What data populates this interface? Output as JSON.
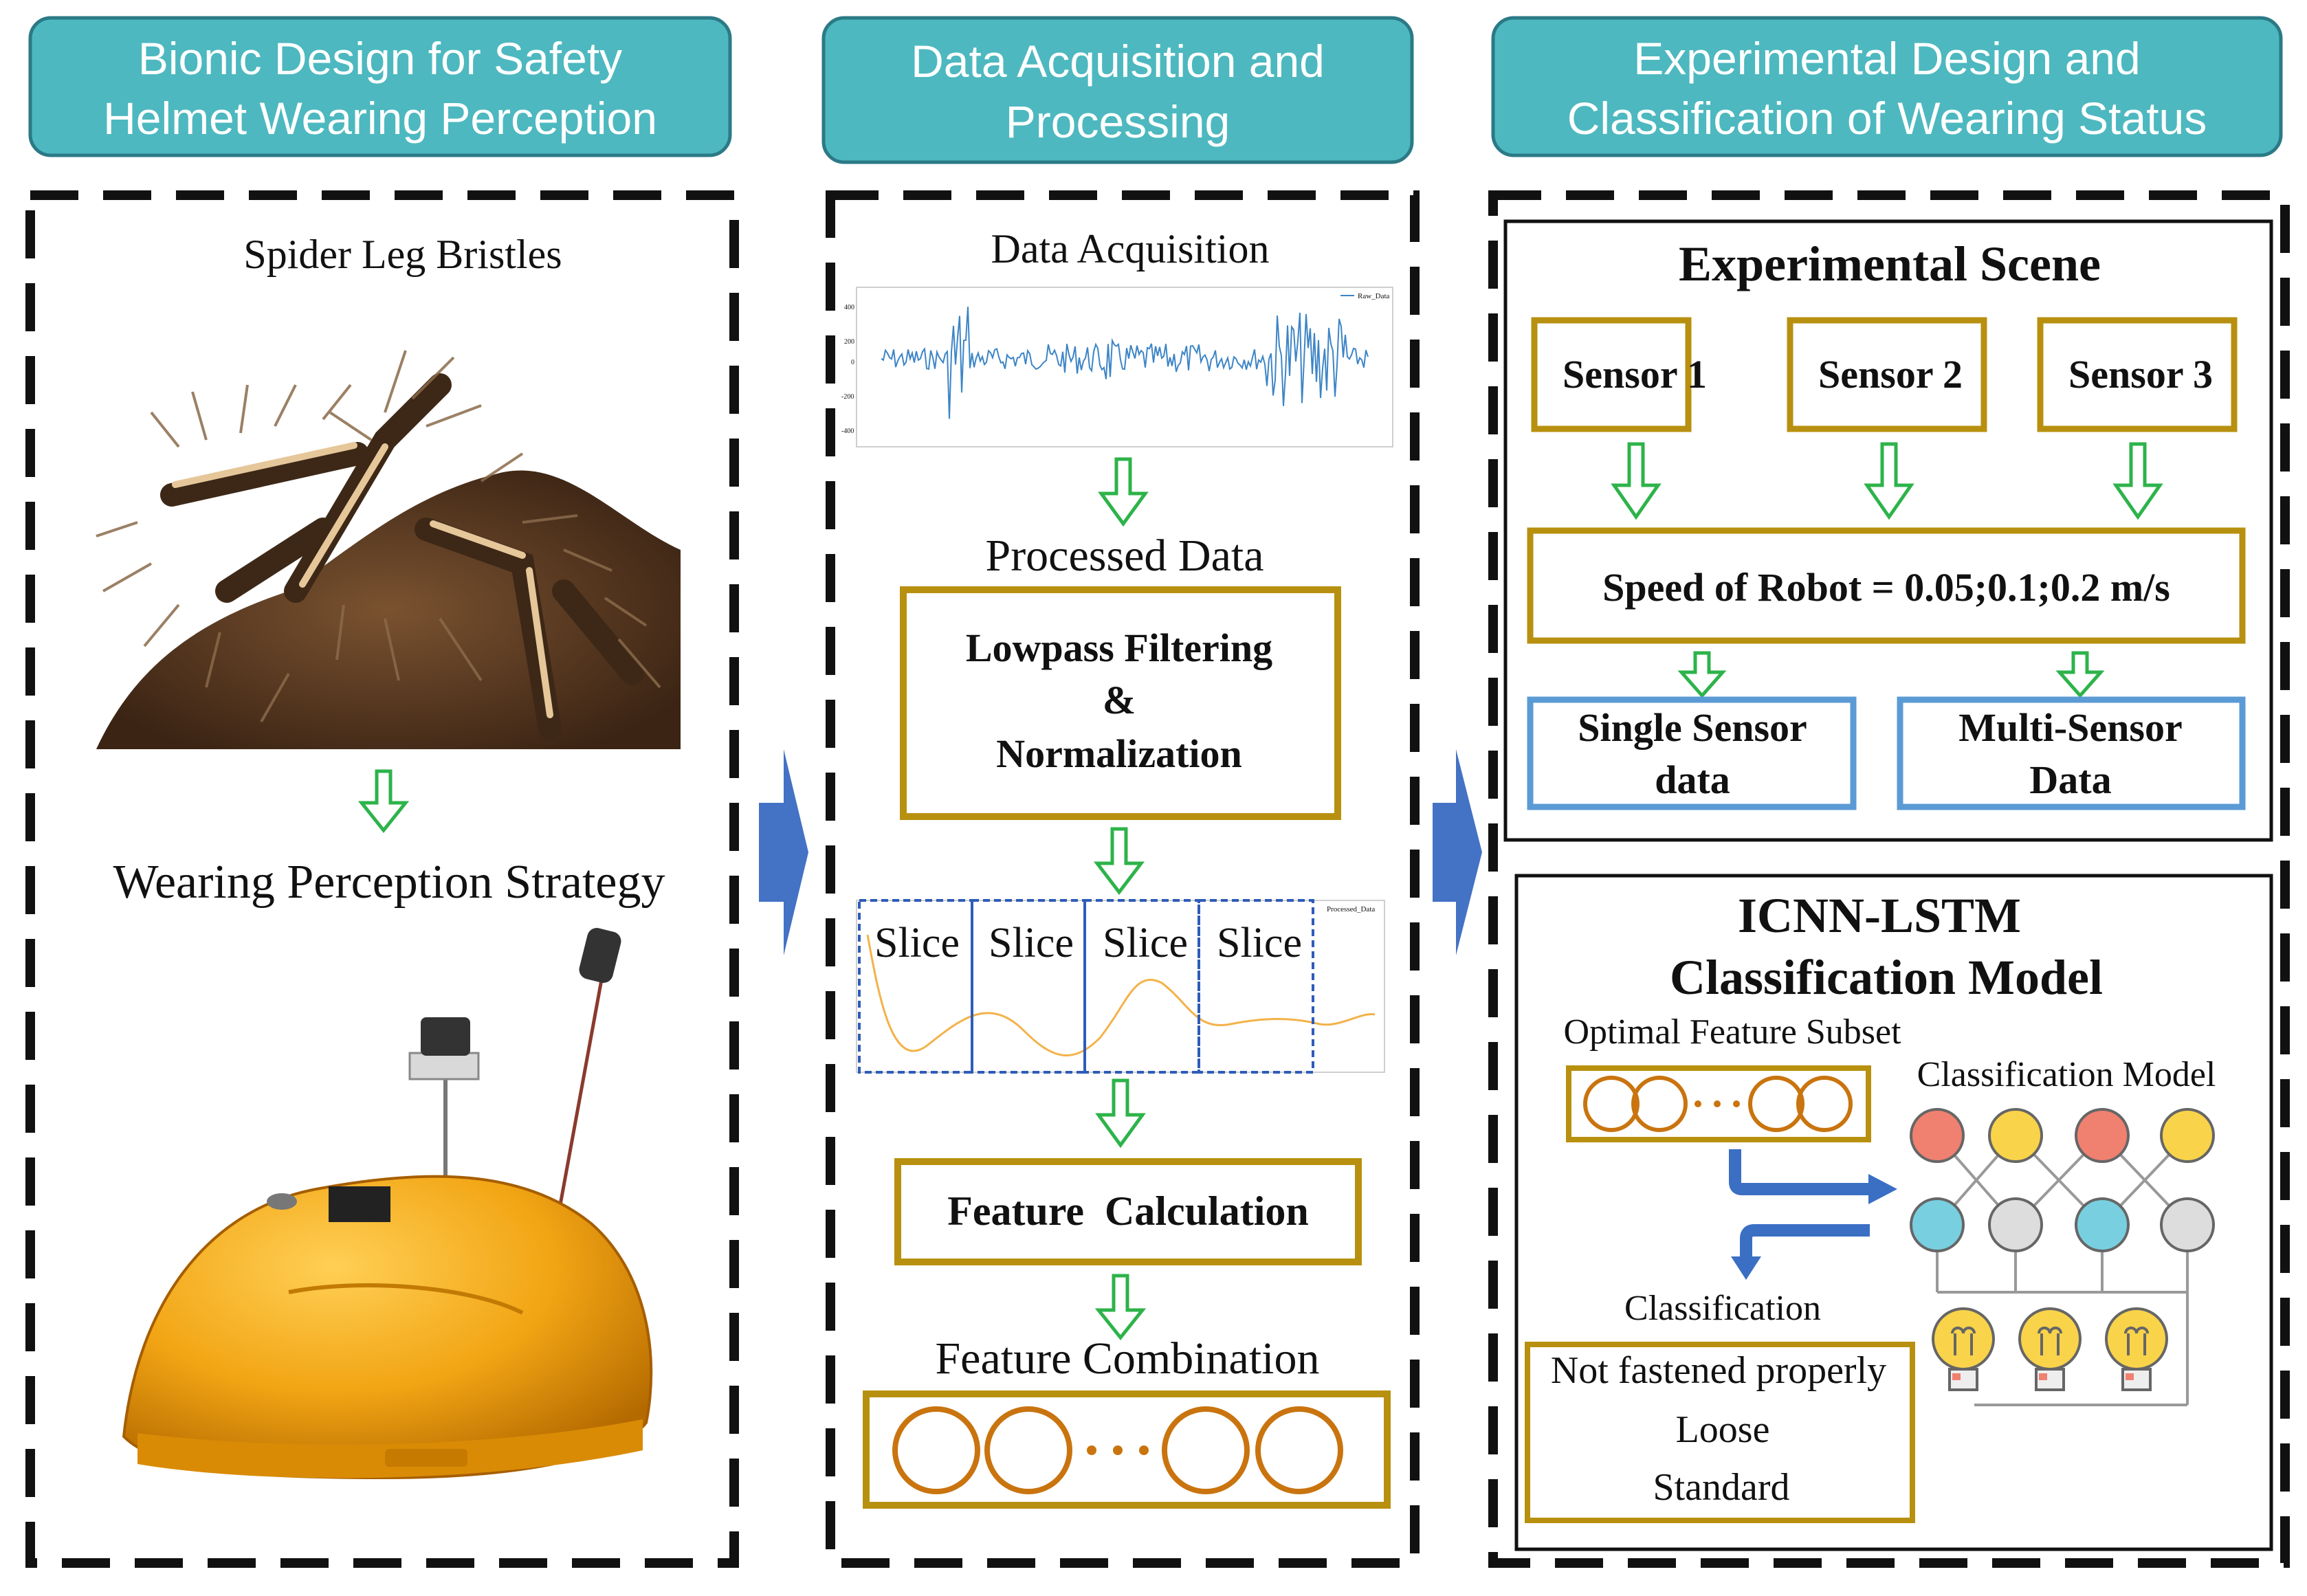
{
  "colors": {
    "header_fill": "#4db8bf",
    "header_border": "#2b7a86",
    "gold": "#b8900f",
    "blue_box": "#5b9bd5",
    "dash_box": "#2e5cb8",
    "arrow_green": "#2db34a",
    "arrow_blue": "#4472c4",
    "ring_orange": "#c9740f",
    "signal_blue": "#3d85c6",
    "signal_orange": "#f3b24a",
    "node_red": "#f08070",
    "node_yellow": "#f9d34a",
    "node_cyan": "#78cfe0",
    "node_gray": "#dddddd"
  },
  "panel1": {
    "header": [
      "Bionic Design for Safety",
      "Helmet Wearing Perception"
    ],
    "spider_label": "Spider Leg Bristles",
    "strategy_label": "Wearing Perception Strategy"
  },
  "panel2": {
    "header": [
      "Data Acquisition and",
      "Processing"
    ],
    "acquisition_label": "Data Acquisition",
    "raw_legend": "Raw_Data",
    "processed_label": "Processed Data",
    "filter_box": [
      "Lowpass Filtering",
      "&",
      "Normalization"
    ],
    "slice_label": "Slice",
    "processed_legend": "Processed_Data",
    "feature_calc": "Feature  Calculation",
    "feature_comb": "Feature Combination"
  },
  "panel3": {
    "header": [
      "Experimental Design and",
      "Classification of Wearing Status"
    ],
    "scene_title": "Experimental Scene",
    "sensors": [
      "Sensor 1",
      "Sensor 2",
      "Sensor 3"
    ],
    "speed": "Speed of Robot = 0.05;0.1;0.2 m/s",
    "single": [
      "Single Sensor",
      "data"
    ],
    "multi": [
      "Multi-Sensor",
      "Data"
    ],
    "model_title": [
      "ICNN-LSTM",
      "Classification Model"
    ],
    "optimal_label": "Optimal Feature Subset",
    "model_label": "Classification Model",
    "classification_label": "Classification",
    "classes": [
      "Not fastened properly",
      "Loose",
      "Standard"
    ]
  }
}
